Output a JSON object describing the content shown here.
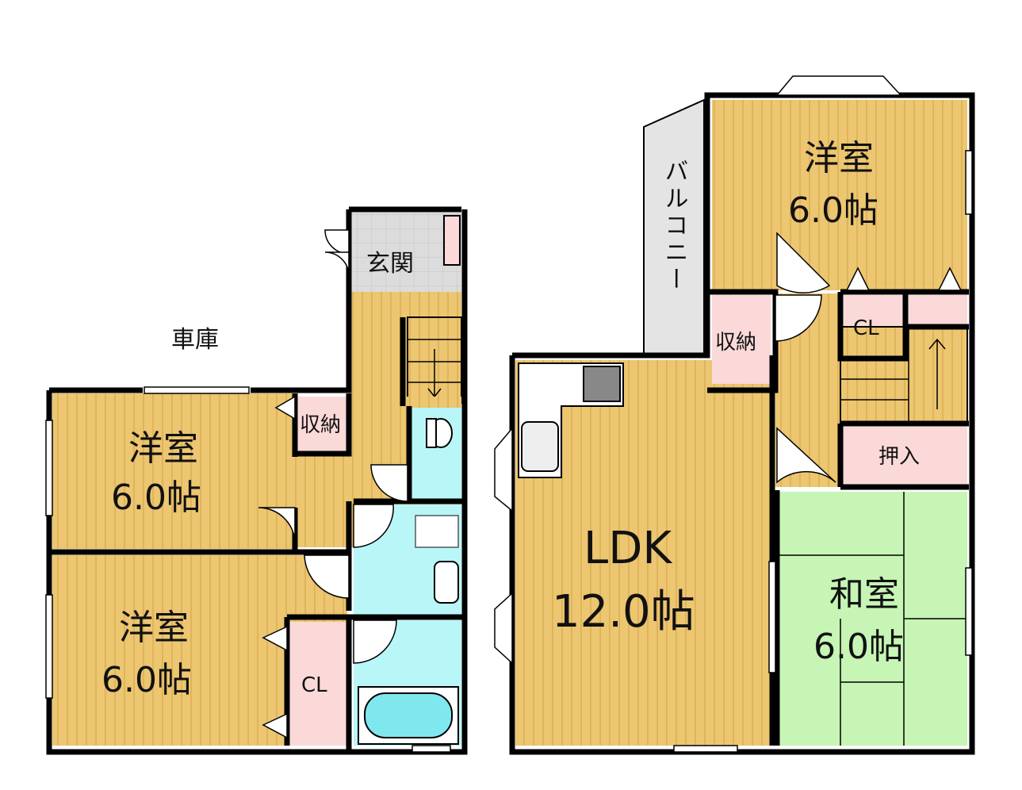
{
  "labels": {
    "garage": "車庫",
    "entrance": "玄関",
    "storage1": "収納",
    "storage2": "収納",
    "oshiire": "押入",
    "balcony": "バルコニー",
    "cl1": "CL",
    "cl2": "CL"
  },
  "rooms": {
    "western_top_name": "洋室",
    "western_top_size": "6.0帖",
    "western_upper_name": "洋室",
    "western_upper_size": "6.0帖",
    "western_lower_name": "洋室",
    "western_lower_size": "6.0帖",
    "ldk_name": "LDK",
    "ldk_size": "12.0帖",
    "washitsu_name": "和室",
    "washitsu_size": "6.0帖"
  },
  "colors": {
    "wood_floor": "#ecc670",
    "wood_stripe": "#e2b85e",
    "storage": "#fbd9d9",
    "wet_area": "#b9f6f8",
    "tatami": "#c6f5b5",
    "entrance_tile": "#dcdcdc",
    "balcony": "#e4e4e4",
    "wall": "#000000"
  }
}
